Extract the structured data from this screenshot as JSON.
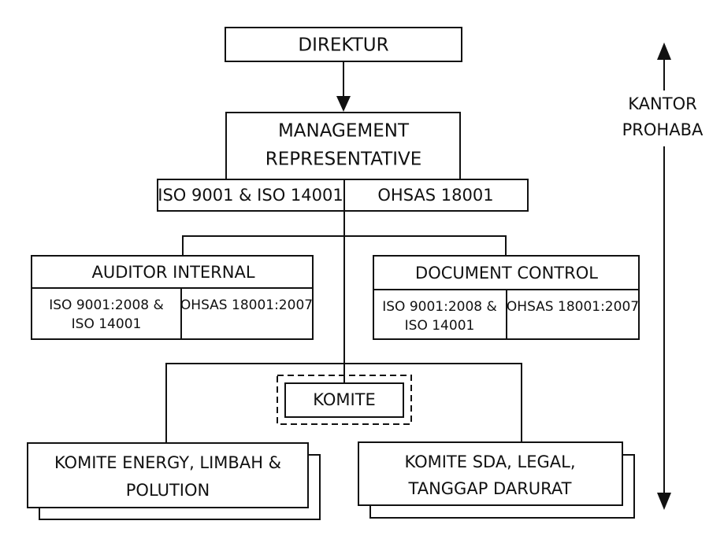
{
  "nodes": {
    "direktur": "DIREKTUR",
    "management_representative": [
      "MANAGEMENT",
      "REPRESENTATIVE"
    ],
    "mr_standards": {
      "left": "ISO 9001 & ISO 14001",
      "right": "OHSAS 18001"
    },
    "auditor_internal": {
      "title": "AUDITOR INTERNAL",
      "left": [
        "ISO 9001:2008 &",
        "ISO 14001"
      ],
      "right": "OHSAS 18001:2007"
    },
    "document_control": {
      "title": "DOCUMENT CONTROL",
      "left": [
        "ISO 9001:2008 &",
        "ISO 14001"
      ],
      "right": "OHSAS 18001:2007"
    },
    "komite": "KOMITE",
    "komite_energy": [
      "KOMITE ENERGY, LIMBAH &",
      "POLUTION"
    ],
    "komite_sda": [
      "KOMITE SDA, LEGAL,",
      "TANGGAP DARURAT"
    ]
  },
  "side_label": [
    "KANTOR",
    "PROHABA"
  ],
  "colors": {
    "line": "#111111",
    "background": "#ffffff"
  }
}
